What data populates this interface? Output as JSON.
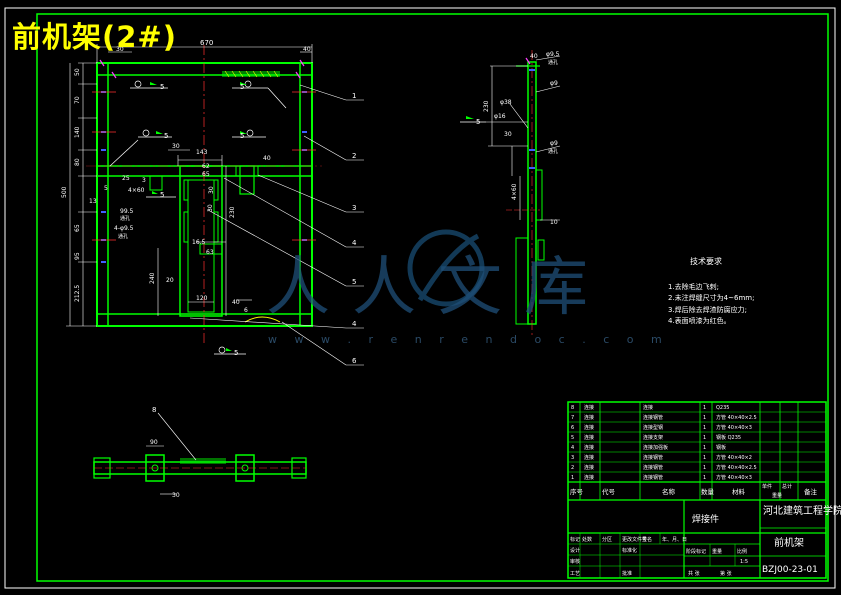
{
  "drawing_title": "前机架(2#)",
  "watermark": {
    "logo_text": "人人文库",
    "url_text": "w w w . r e n r e n d o c . c o m"
  },
  "front_view": {
    "dims": {
      "top_total": "670",
      "top_left": "30",
      "top_right": "40",
      "left_50": "50",
      "left_70": "70",
      "left_140": "140",
      "left_80": "80",
      "left_500": "500",
      "left_13": "13",
      "left_65": "65",
      "left_95": "95",
      "left_2125": "212.5",
      "d143": "143",
      "d30a": "30",
      "d62": "62",
      "d65": "65",
      "d30b": "30",
      "d40": "40",
      "d30c": "30",
      "d230": "230",
      "d165": "16.5",
      "d63": "63",
      "d240": "240",
      "d20": "20",
      "d120": "120",
      "d40b": "40",
      "d6": "6",
      "d25": "25",
      "d3": "3",
      "d4x60": "4×60",
      "d995": "99.5",
      "d4995": "4-φ9.5",
      "via": "通孔",
      "via2": "通孔",
      "d5": "5"
    },
    "weld_labels": [
      "5",
      "5",
      "5",
      "5",
      "5",
      "5"
    ],
    "balloons": [
      "1",
      "2",
      "3",
      "4",
      "5",
      "4",
      "6"
    ]
  },
  "side_view": {
    "dims": [
      "40",
      "φ9.5",
      "通孔",
      "230",
      "φ9",
      "φ38",
      "φ16",
      "φ9",
      "通孔",
      "30",
      "4×60",
      "10",
      "5"
    ],
    "weld_labels": [
      "5"
    ]
  },
  "bottom_view": {
    "dims": [
      "90",
      "30"
    ],
    "balloon": "8"
  },
  "tech_requirements": {
    "title": "技术要求",
    "items": [
      "1.去除毛边飞刺;",
      "2.未注焊缝尺寸为4~6mm;",
      "3.焊后除去焊渣防腐应力;",
      "4.表面喷漆为红色。"
    ]
  },
  "bom": {
    "rows": [
      {
        "no": "8",
        "code": "连接",
        "name": "连接",
        "qty": "1",
        "material": "Q235",
        "note": ""
      },
      {
        "no": "7",
        "code": "连接",
        "name": "连接钢管",
        "qty": "1",
        "material": "方管 40×40×2.5",
        "note": ""
      },
      {
        "no": "6",
        "code": "连接",
        "name": "连接型钢",
        "qty": "1",
        "material": "方管 40×40×3",
        "note": ""
      },
      {
        "no": "5",
        "code": "连接",
        "name": "连接支架",
        "qty": "1",
        "material": "钢板 Q235",
        "note": ""
      },
      {
        "no": "4",
        "code": "连接",
        "name": "连接加强板",
        "qty": "1",
        "material": "钢板",
        "note": ""
      },
      {
        "no": "3",
        "code": "连接",
        "name": "连接钢管",
        "qty": "1",
        "material": "方管 40×40×2",
        "note": ""
      },
      {
        "no": "2",
        "code": "连接",
        "name": "连接钢管",
        "qty": "1",
        "material": "方管 40×40×2.5",
        "note": ""
      },
      {
        "no": "1",
        "code": "连接",
        "name": "连接钢管",
        "qty": "1",
        "material": "方管 40×40×3",
        "note": ""
      }
    ],
    "header": {
      "no": "序号",
      "code": "代号",
      "name": "名称",
      "qty": "数量",
      "material": "材料",
      "unit_wt": "单件",
      "total_wt": "总计",
      "weight": "重量",
      "note": "备注"
    }
  },
  "title_block": {
    "school": "河北建筑工程学院",
    "part_type": "焊接件",
    "part_name": "前机架",
    "drawing_no": "BZJ00-23-01",
    "labels": {
      "mark": "标记",
      "count": "处数",
      "zone": "分区",
      "change_doc": "更改文件号",
      "sign": "签名",
      "date": "年、月、日",
      "design": "设计",
      "standard": "标准化",
      "stage_mark": "阶段标记",
      "weight": "重量",
      "scale": "比例",
      "review": "审核",
      "process": "工艺",
      "approve": "批准",
      "sheets_total": "共 张",
      "sheet_no": "第 张",
      "scale_val": "1:5"
    }
  }
}
